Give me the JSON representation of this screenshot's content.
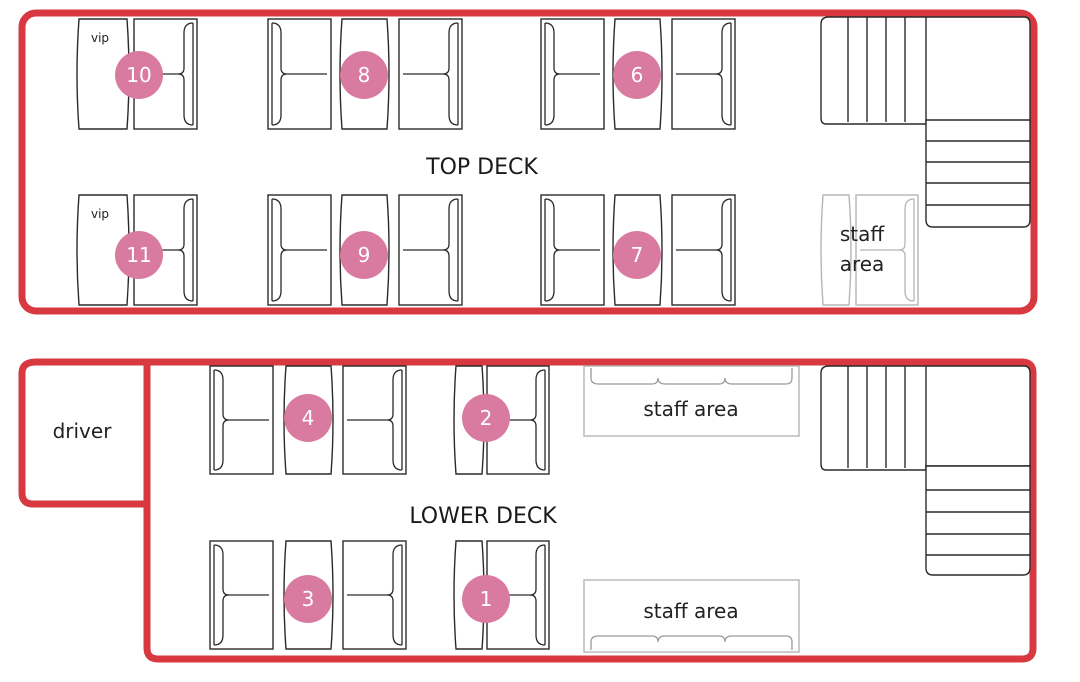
{
  "colors": {
    "deck_border": "#d8383f",
    "badge": "#d97aa0",
    "badge_text": "#ffffff",
    "stroke": "#2a2a2a",
    "staff_chair": "#b5b5b5"
  },
  "decks": {
    "top": {
      "title": "TOP DECK"
    },
    "lower": {
      "title": "LOWER DECK"
    }
  },
  "labels": {
    "vip_top": "vip",
    "vip_bottom": "vip",
    "staff_area_top_line1": "staff",
    "staff_area_top_line2": "area",
    "driver": "driver",
    "staff_area_lower_top": "staff area",
    "staff_area_lower_bottom": "staff area"
  },
  "tables": {
    "10": "10",
    "8": "8",
    "6": "6",
    "11": "11",
    "9": "9",
    "7": "7",
    "4": "4",
    "2": "2",
    "3": "3",
    "1": "1"
  },
  "icons": {
    "seat": "armchair-icon",
    "stairs": "staircase-icon",
    "badge": "table-number-badge"
  }
}
